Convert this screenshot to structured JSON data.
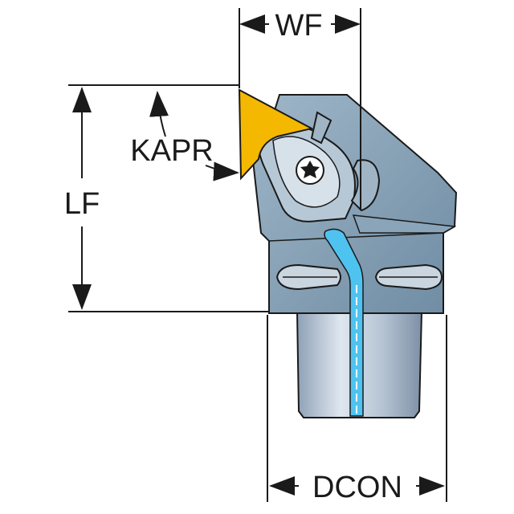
{
  "labels": {
    "wf": "WF",
    "kapr": "KAPR",
    "lf": "LF",
    "dcon": "DCON"
  },
  "colors": {
    "body": "#7f9cb2",
    "body_light": "#a8bfcf",
    "shank": "#b8c6d6",
    "insert": "#f5b800",
    "coolant": "#4fc3f0",
    "line": "#1a1a1a"
  }
}
